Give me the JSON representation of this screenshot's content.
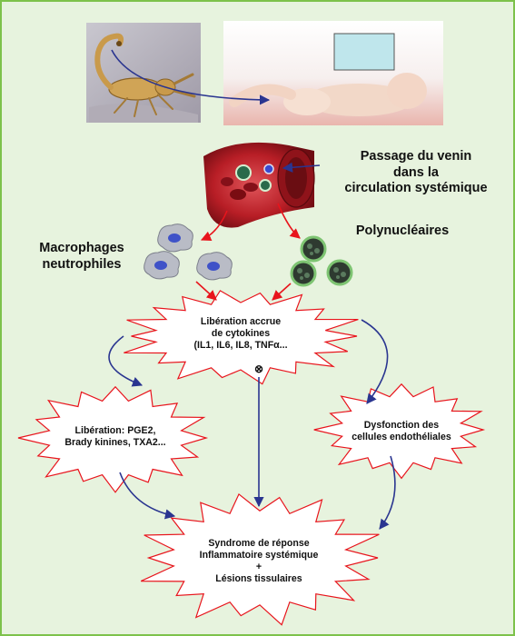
{
  "colors": {
    "frame": "#7dc24b",
    "background": "#e7f3de",
    "starburst_stroke": "#e8141c",
    "arrow_red": "#e8141c",
    "arrow_blue": "#2a3590",
    "text": "#111111"
  },
  "labels": {
    "venom_passage": "Passage du venin\ndans la\ncirculation systémique",
    "polynuclear": "Polynucléaires",
    "macrophages": "Macrophages\nneutrophiles",
    "cytokines": "Libération accrue\nde cytokines\n(IL1, IL6, IL8, TNFα...",
    "mediators": "Libération: PGE2,\nBrady kinines, TXA2...",
    "endothelial": "Dysfonction des\ncellules endothéliales",
    "syndrome": "Syndrome de réponse\nInflammatoire systémique\n+\nLésions tissulaires"
  },
  "symbols": {
    "inhibit": "⊗"
  },
  "icons": [
    "scorpion-image",
    "baby-image",
    "privacy-box",
    "blood-vessel-image",
    "macrophage-cell-icon",
    "polynuclear-cell-icon"
  ]
}
